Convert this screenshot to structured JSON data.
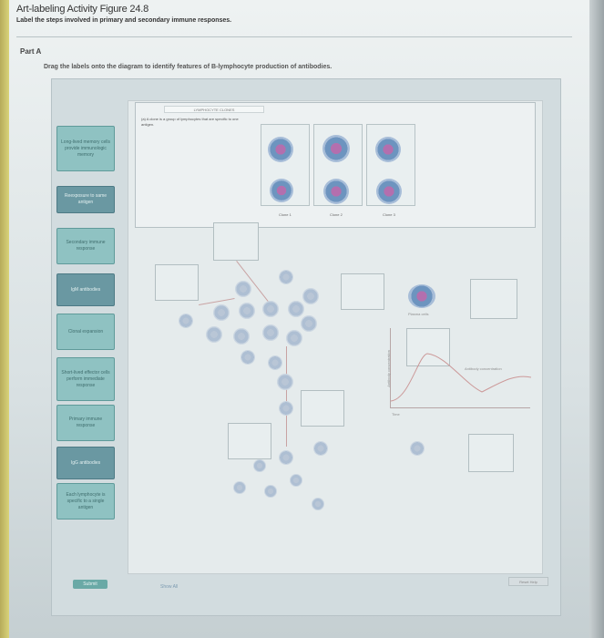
{
  "header": {
    "title": "Art-labeling Activity Figure 24.8",
    "subtitle": "Label the steps involved in primary and secondary immune responses."
  },
  "part": "Part A",
  "instructions": "Drag the labels onto the diagram to identify features of B-lymphocyte production of antibodies.",
  "labels": [
    {
      "text": "Long-lived memory cells provide immunologic memory",
      "style": "normal"
    },
    {
      "text": "Reexposure to same antigen",
      "style": "dark"
    },
    {
      "text": "Secondary immune response",
      "style": "normal"
    },
    {
      "text": "IgM antibodies",
      "style": "dark"
    },
    {
      "text": "Clonal expansion",
      "style": "normal"
    },
    {
      "text": "Short-lived effector cells perform immediate response",
      "style": "normal"
    },
    {
      "text": "Primary immune response",
      "style": "normal"
    },
    {
      "text": "IgG antibodies",
      "style": "dark"
    },
    {
      "text": "Each lymphocyte is specific to a single antigen",
      "style": "normal"
    }
  ],
  "diagram": {
    "clones_header": "LYMPHOCYTE CLONES",
    "clones_note": "(a) A clone is a group of lymphocytes that are specific to one antigen.",
    "clone_labels": [
      "Clone 1",
      "Clone 2",
      "Clone 3"
    ],
    "plasma_label": "Plasma cells",
    "graph_axis_label": "Antibody concentration",
    "graph_right_label": "Antibody concentration",
    "axis_note": "Time"
  },
  "footer": {
    "submit": "Submit",
    "request_answer": "Show All",
    "reset": "Reset Help"
  },
  "colors": {
    "tile": "#8fc2c2",
    "tile_dark": "#6a98a2",
    "cell_core": "#b36fae",
    "cell_ring": "#6d94bf"
  }
}
